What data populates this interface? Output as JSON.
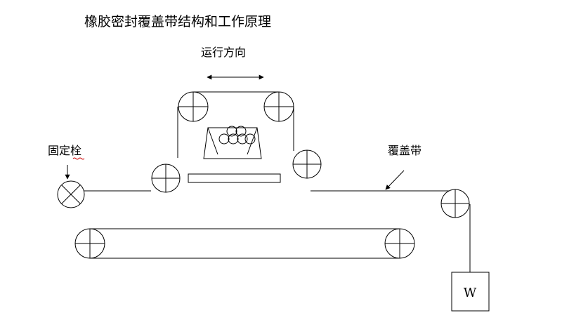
{
  "title": "橡胶密封覆盖带结构和工作原理",
  "labels": {
    "direction": "运行方向",
    "fixed_pin": "固定栓",
    "cover_belt": "覆盖带",
    "weight": "W"
  },
  "colors": {
    "line": "#000000",
    "background": "#ffffff",
    "squiggle": "#cc0000"
  }
}
